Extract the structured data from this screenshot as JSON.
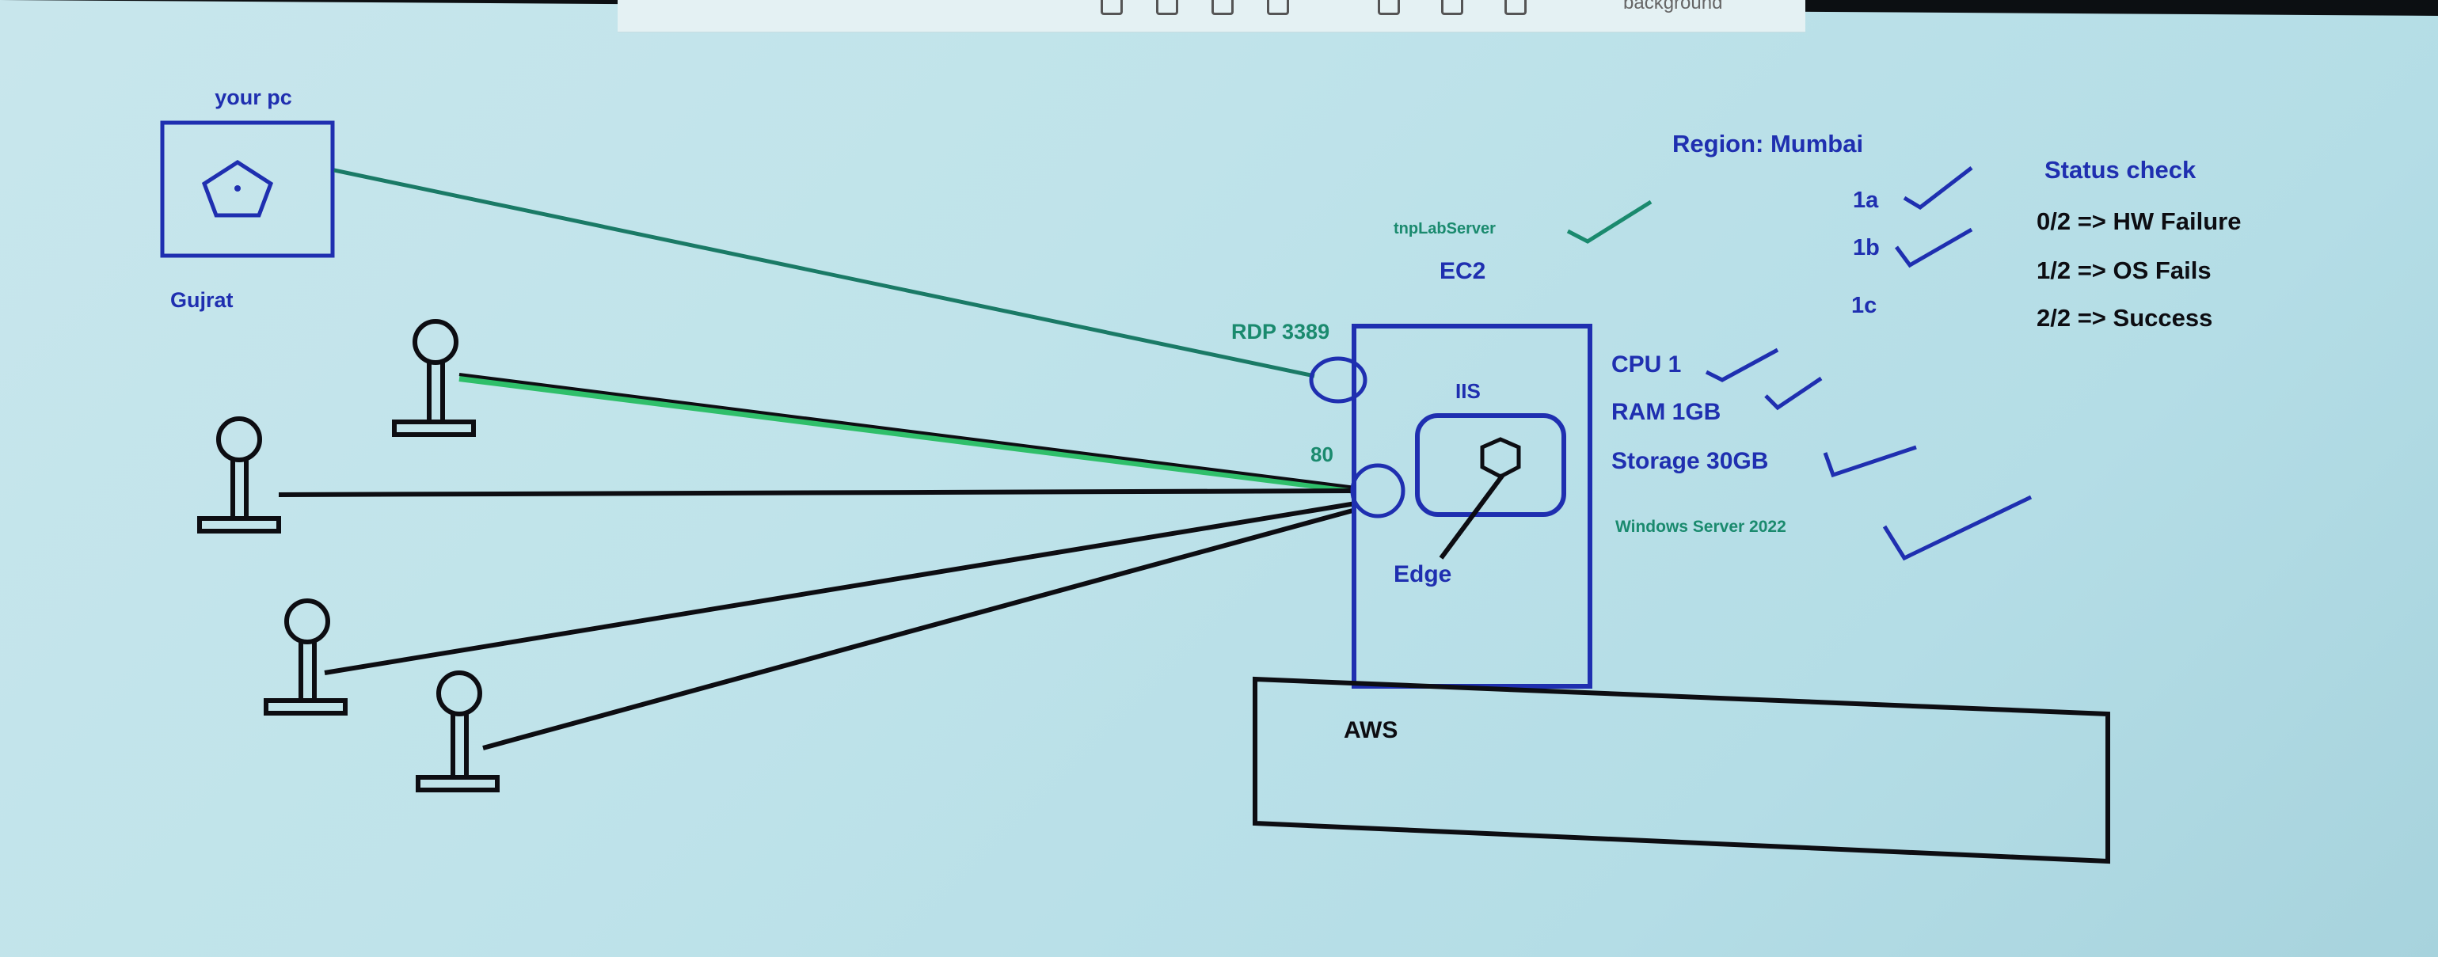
{
  "toolbar": {
    "label": "background"
  },
  "pc": {
    "title": "your pc",
    "location": "Gujrat"
  },
  "ec2": {
    "server_name": "tnpLabServer",
    "title": "EC2",
    "rdp_label": "RDP 3389",
    "http_label": "80",
    "iis_label": "IIS",
    "edge_label": "Edge"
  },
  "aws": {
    "label": "AWS"
  },
  "region": {
    "label": "Region: Mumbai",
    "zones": [
      "1a",
      "1b",
      "1c"
    ]
  },
  "specs": {
    "cpu": "CPU 1",
    "ram": "RAM 1GB",
    "storage": "Storage 30GB",
    "os": "Windows Server 2022"
  },
  "status_check": {
    "title": "Status check",
    "lines": [
      "0/2 => HW Failure",
      "1/2 => OS Fails",
      "2/2 => Success"
    ]
  },
  "colors": {
    "ink_blue": "#1f2fb0",
    "ink_green": "#1a8a6e",
    "ink_black": "#0d0d12",
    "mark_green": "#2fbf6a"
  }
}
